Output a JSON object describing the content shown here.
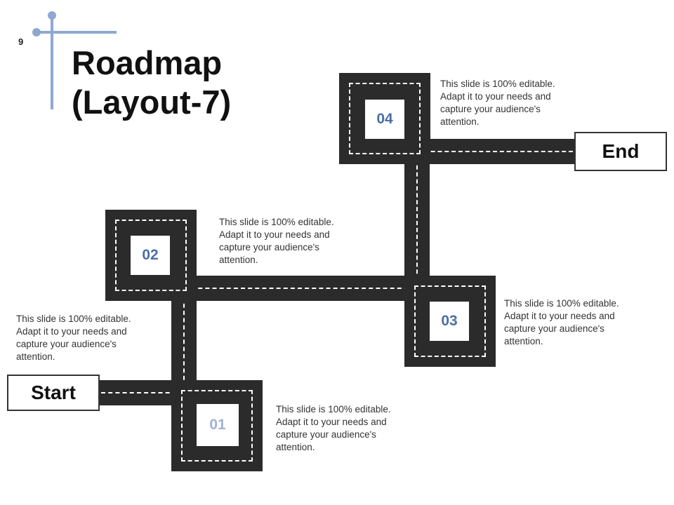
{
  "slide": {
    "page_number": "9"
  },
  "title": {
    "line1": "Roadmap",
    "line2": "(Layout-7)"
  },
  "accent_color": "#8fa8d2",
  "number_color": "#4a6fa5",
  "signs": {
    "start": "Start",
    "end": "End"
  },
  "steps": [
    {
      "number": "01",
      "text": "This slide is 100% editable. Adapt it to your needs and capture your audience's attention."
    },
    {
      "number": "02",
      "text": "This slide is 100% editable. Adapt it to your needs and capture your audience's attention."
    },
    {
      "number": "03",
      "text": "This slide is 100% editable. Adapt it to your needs and capture your audience's attention."
    },
    {
      "number": "04",
      "text": "This slide is 100% editable. Adapt it to your needs and capture your audience's attention."
    }
  ],
  "start_note": "This slide is 100% editable. Adapt it to your needs and capture your audience's attention."
}
